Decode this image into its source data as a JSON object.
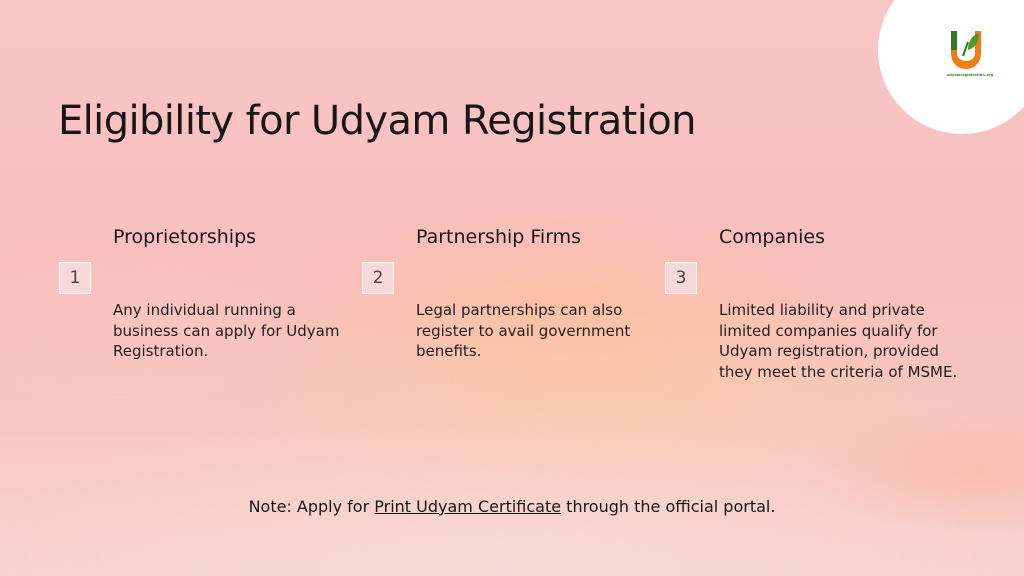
{
  "logo": {
    "text": "udyamregistration.org"
  },
  "slide": {
    "title": "Eligibility for Udyam Registration",
    "items": [
      {
        "number": "1",
        "title": "Proprietorships",
        "description": "Any individual running a business can apply for Udyam Registration."
      },
      {
        "number": "2",
        "title": "Partnership Firms",
        "description": "Legal partnerships can also register to avail government benefits."
      },
      {
        "number": "3",
        "title": "Companies",
        "description": "Limited liability and private limited companies qualify for Udyam registration, provided they meet the criteria of MSME."
      }
    ],
    "note": {
      "prefix": "Note: Apply for ",
      "link": "Print Udyam Certificate",
      "suffix": " through the official portal."
    }
  },
  "colors": {
    "accent_green": "#2f7d1e",
    "accent_orange": "#f07d16",
    "background_pink": "#f8c2c2"
  }
}
